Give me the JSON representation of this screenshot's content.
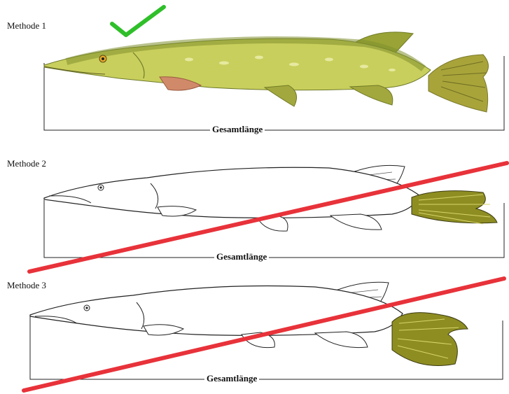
{
  "methods": [
    {
      "label": "Methode 1",
      "measure_label": "Gesamtlänge",
      "mark": "check-icon"
    },
    {
      "label": "Methode 2",
      "measure_label": "Gesamtlänge",
      "mark": "cross-out-line"
    },
    {
      "label": "Methode 3",
      "measure_label": "Gesamtlänge",
      "mark": "cross-out-line"
    }
  ],
  "colors": {
    "check": "#2fbf2a",
    "cross": "#e8323a",
    "fish_body": "#c8cf5a",
    "fish_back": "#7f8f2e",
    "fin": "#d08a6a",
    "tail_shaded": "#8e8d22"
  }
}
